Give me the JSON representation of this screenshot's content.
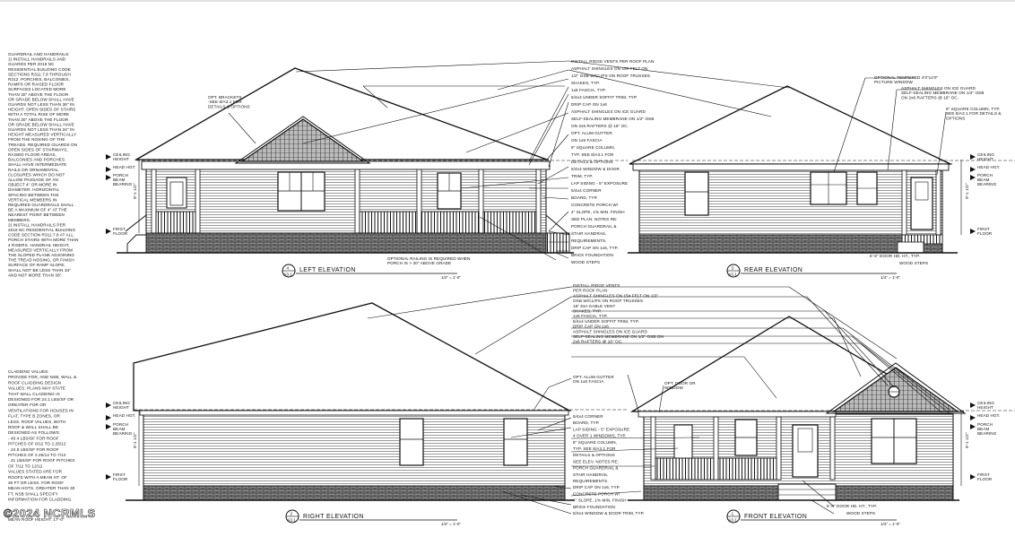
{
  "notes": {
    "guardrails": [
      "GUARDRAIL AND HANDRAILS:",
      "1) INSTALL HANDRAILS AND",
      "GUARDS PER 2018 NC",
      "RESIDENTIAL BUILDING CODE",
      "SECTIONS R311.7.8 THROUGH",
      "R312. PORCHES, BALCONIES,",
      "RAMPS OR RAISED FLOOR",
      "SURFACES LOCATED MORE",
      "THAN 30\" ABOVE THE FLOOR",
      "OR GRADE BELOW SHALL HAVE",
      "GUARDS NOT LESS THAN 36\" IN",
      "HEIGHT. OPEN SIDES OF STAIRS",
      "WITH A TOTAL RISE OF MORE",
      "THAN 30\" ABOVE THE FLOOR",
      "OR GRADE BELOW SHALL HAVE",
      "GUARDS NOT LESS THAN 34\" IN",
      "HEIGHT MEASURED VERTICALLY",
      "FROM THE NOSING OF THE",
      "TREADS. REQUIRED GUARDS ON",
      "OPEN SIDES OF STAIRWAYS,",
      "RAISED FLOOR AREAS,",
      "BALCONIES AND PORCHES",
      "SHALL HAVE INTERMEDIATE",
      "RAILS OR ORNAMENTAL",
      "CLOSURES WHICH DO NOT",
      "ALLOW PASSAGE OF AN",
      "OBJECT 4\" OR MORE IN",
      "DIAMETER. HORIZONTAL",
      "SPACING BETWEEN THE",
      "VERTICAL MEMBERS IN",
      "REQUIRED GUARDRAILS SHALL",
      "BE A MAXIMUM OF 4\" AT THE",
      "NEAREST POINT BETWEEN",
      "MEMBERS.",
      "2) INSTALL HANDRAILS PER",
      "2018 NC RESIDENTIAL BUILDING",
      "CODE SECTION R311.7.8 AT ALL",
      "PORCH STAIRS WITH MORE THAN",
      "4 RISERS. HANDRAIL HEIGHT,",
      "MEASURED VERTICALLY FROM",
      "THE SLOPED PLANE ADJOINING",
      "THE TREAD NOSING, OR FINISH",
      "SURFACE OF RAMP SLOPE,",
      "SHALL NOT BE LESS THAN 34\"",
      "AND NOT MORE THAN 38\"."
    ],
    "cladding": [
      "CLADDING VALUES:",
      "PROVIDE FOR, AND NSB, WALL &",
      "ROOF CLADDING DESIGN",
      "VALUES. PLANS MAY STATE",
      "THAT WALL CLADDING IS",
      "DESIGNED FOR 24.1 LBS/SF OR",
      "GREATER FOR OR",
      "VENTILATIONS FOR HOUSES IN",
      "FLAT, TYPE B ZONES, OR",
      "LESS. ROOF VALUES, BOTH",
      "ROOF & WALL SHALL BE",
      "DESIGNED AS FOLLOWS:",
      "- 40.4 LBS/SF FOR ROOF",
      "PITCHES OF 0/12 TO 2.25/12",
      "- 24.8 LBS/SF FOR ROOF",
      "PITCHES OF 2.25/12 TO 7/12",
      "- 21 LBS/SF FOR ROOF PITCHES",
      "OF 7/12 TO 12/12",
      "VALUES STATED ARE FOR",
      "ROOFS WITH A MEAN HT. OF",
      "30 FT OR LESS. FOR ROOF",
      "MEAN HGTS. GREATER THAN 30",
      "FT, NSB SHALL SPECIFY",
      "INFORMATION FOR CLADDING."
    ],
    "mean_roof_height": "MEAN ROOF HEIGHT:    17'-0\""
  },
  "elevations": {
    "left": {
      "number": "4",
      "sheet": "A3.1",
      "title": "LEFT ELEVATION",
      "scale": "1/4\" = 1'-0\""
    },
    "rear": {
      "number": "3",
      "sheet": "A3.1",
      "title": "REAR ELEVATION",
      "scale": "1/4\" = 1'-0\""
    },
    "right": {
      "number": "2",
      "sheet": "A3.1",
      "title": "RIGHT ELEVATION",
      "scale": "1/4\" = 1'-0\""
    },
    "front": {
      "number": "1",
      "sheet": "A3.1",
      "title": "FRONT ELEVATION",
      "scale": "1/4\" = 1'-0\""
    }
  },
  "level_tags": {
    "ceiling": [
      "CEILING",
      "HEIGHT"
    ],
    "head": [
      "HEAD HGT."
    ],
    "porch_beam": [
      "PORCH",
      "BEAM",
      "BEARING"
    ],
    "first_floor": [
      "FIRST",
      "FLOOR"
    ]
  },
  "top_callouts": {
    "right_col": [
      "INSTALL RIDGE VENTS PER ROOF PLAN",
      "ASPHALT SHINGLES ON 15# FELT ON",
      "1/2\" OSB W/CLIPS ON ROOF TRUSSES",
      "SHAKES, TYP.",
      "1x6 FASCIA, TYP.",
      "5/4x4 UNDER SOFFIT TRIM, TYP.",
      "DRIP CAP ON 1x6",
      "ASPHALT SHINGLES ON ICE GUARD",
      "SELF-SEALING MEMBRANE ON 1/2\" OSB",
      "ON 2x6 RAFTERS @ 16\" OC.",
      "OPT. ALUM GUTTER",
      "ON 1x6 FASCIA",
      "8\" SQUARE COLUMN,",
      "TYP. SEE 8/A3.1 FOR",
      "DETAILS & OPTIONS",
      "5/4x4 WINDOW & DOOR",
      "TRIM, TYP.",
      "LAP SIDING - 5\" EXPOSURE",
      "5/4x4 CORNER",
      "BOARD, TYP.",
      "CONCRETE PORCH W/",
      "4\" SLOPE, 1% MIN. FINISH",
      "SEE PLAN. NOTES RE:",
      "PORCH GUARDRAIL &",
      "STAIR HANDRAIL",
      "REQUIREMENTS.",
      "DRIP CAP ON 1x6, TYP.",
      "BRICK FOUNDATION",
      "WOOD STEPS"
    ],
    "brackets": [
      "OPT. BRACKETS",
      "-SEE 8/A3.1 FOR",
      "DETAILS & OPTIONS"
    ],
    "optional_railing": [
      "OPTIONAL RAILING IS REQUIRED WHEN",
      "PORCH IS > 30\" ABOVE GRADE"
    ],
    "rear_window": [
      "OPTIONAL TEMPERED 4'0\"x4'0\"",
      "PICTURE WINDOW"
    ],
    "rear_shingles": [
      "ASPHALT SHINGLES ON ICE GUARD",
      "SELF-SEALING MEMBRANE ON 1/2\" OSB",
      "ON 2x6 RAFTERS @ 16\" OC."
    ],
    "rear_column": [
      "8\" SQUARE COLUMN, TYP.",
      "SEE 8/A3.1 FOR DETAILS &",
      "OPTIONS"
    ],
    "rear_door": "6'-8\" DOOR HD. HT., TYP.",
    "rear_steps": "WOOD STEPS"
  },
  "bottom_callouts": {
    "right_col": [
      "INSTALL RIDGE VENTS",
      "PER ROOF PLAN",
      "ASPHALT SHINGLES ON 15# FELT ON 1/2\"",
      "OSB W/CLIPS ON ROOF TRUSSES",
      "18\" DIA GABLE VENT",
      "SHAKES, TYP.",
      "1x6 FASCIA, TYP.",
      "5/4x4 UNDER SOFFIT TRIM, TYP.",
      "DRIP CAP ON 1x6",
      "ASPHALT SHINGLES ON ICE GUARD",
      "SELF-SEALING MEMBRANE ON 1/2\" OSB ON",
      "2x6 RAFTERS @ 16\" OC."
    ],
    "gutter": [
      "OPT. ALUM GUTTER",
      "ON 1x6 FASCIA"
    ],
    "door_window": [
      "OPT. DOOR OR",
      "WINDOW"
    ],
    "lower_col": [
      "5/4x4 CORNER",
      "BOARD, TYP.",
      "LAP SIDING - 5\" EXPOSURE",
      "4 OVER 1 WINDOWS, TYP.",
      "8\" SQUARE COLUMN,",
      "TYP. SEE 8/A3.1 FOR",
      "DETAILS & OPTIONS",
      "SEE ELEV. NOTES RE:",
      "PORCH GUARDRAIL &",
      "STAIR HANDRAIL",
      "REQUIREMENTS.",
      "DRIP CAP ON 1x6, TYP.",
      "CONCRETE PORCH W/",
      "4\" SLOPE, 1% MIN. FINISH",
      "BRICK FOUNDATION",
      "5/4x4 WINDOW & DOOR TRIM, TYP."
    ],
    "front_door": "6'-8\" DOOR HD. HT., TYP.",
    "front_steps": "WOOD STEPS"
  },
  "dimensions": {
    "wall_height": "9'-1 1/2\"",
    "porch_height": "8'-0\""
  },
  "watermark": "©2024 NCRMLS"
}
